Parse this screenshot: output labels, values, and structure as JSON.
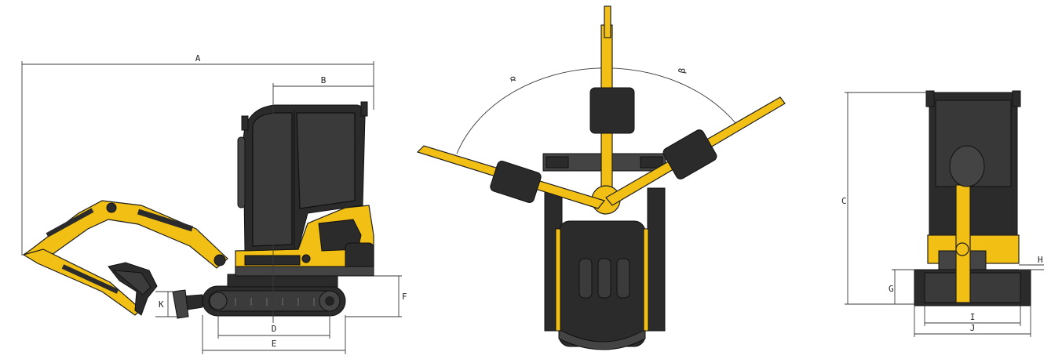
{
  "colors": {
    "body_yellow": "#f2c014",
    "dark_gray": "#2b2b2b",
    "dimension_line": "#3a3a3a"
  },
  "side_view": {
    "labels": {
      "A": "A",
      "B": "B",
      "D": "D",
      "E": "E",
      "F": "F",
      "K": "K"
    }
  },
  "top_view": {
    "labels": {
      "alpha": "α",
      "beta": "β"
    }
  },
  "front_view": {
    "labels": {
      "C": "C",
      "G": "G",
      "H": "H",
      "I": "I",
      "J": "J"
    }
  }
}
